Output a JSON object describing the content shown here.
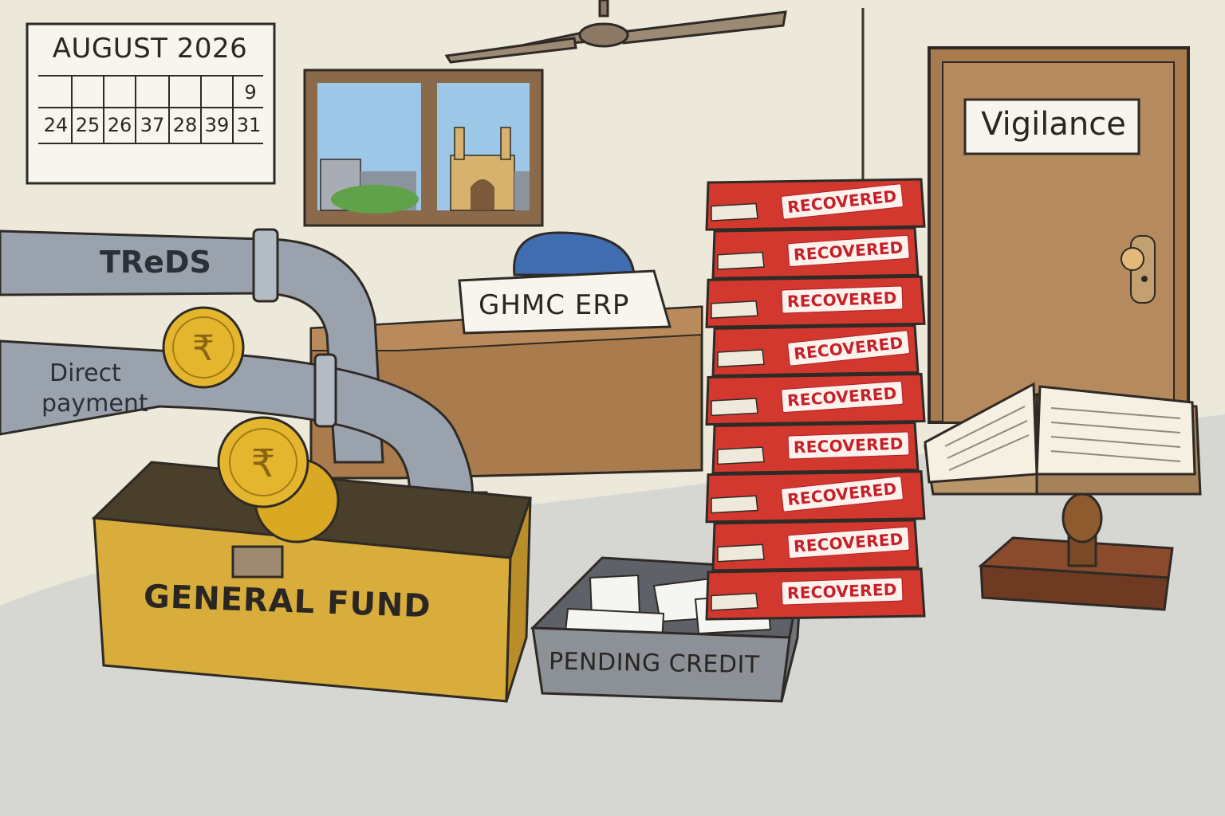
{
  "calendar": {
    "title": "AUGUST 2026",
    "days": [
      "24",
      "25",
      "26",
      "37",
      "28",
      "39",
      "31"
    ],
    "top_right_number": "9"
  },
  "pipes": {
    "upper_label": "TReDS",
    "lower_label_line1": "Direct",
    "lower_label_line2": "payment"
  },
  "desk_sign": "GHMC ERP",
  "door_sign": "Vigilance",
  "fund_box_label": "GENERAL FUND",
  "tray_label": "PENDING CREDIT",
  "file_stack": {
    "stamp_text": "RECOVERED",
    "count": 9
  },
  "icons": [
    "rupee-coin-icon",
    "ceiling-fan-icon",
    "rubber-stamp-icon",
    "open-ledger-icon",
    "door-knob-icon"
  ],
  "colors": {
    "wall": "#ece8da",
    "floor": "#d6d6d3",
    "pipe": "#9aa3ad",
    "coin": "#e3b62e",
    "fund_box": "#d8ad3c",
    "files": "#d3382f",
    "door": "#a87b4f",
    "desk": "#a97b4d"
  }
}
